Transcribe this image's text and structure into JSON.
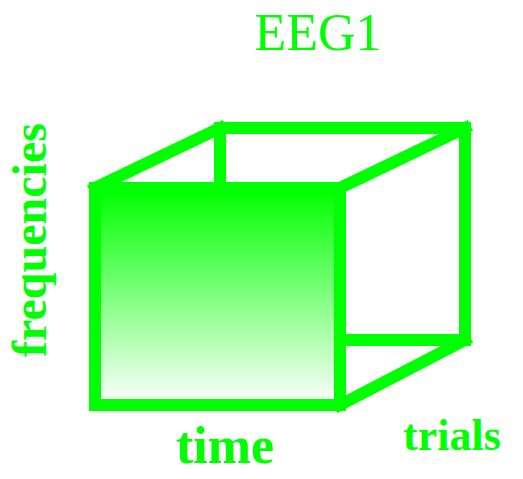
{
  "diagram": {
    "title": "EEG1",
    "labels": [
      "frequencies",
      "time",
      "trials"
    ]
  }
}
